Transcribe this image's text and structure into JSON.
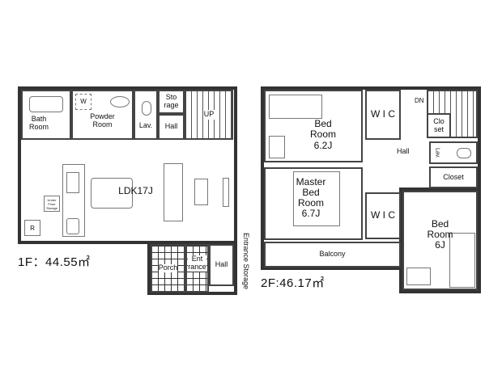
{
  "floor1": {
    "area": "1F：44.55㎡",
    "rooms": {
      "bath": "Bath\nRoom",
      "powder": "Powder\nRoom",
      "washer": "W",
      "lav": "Lav.",
      "storage": "Sto\nrage",
      "hall": "Hall",
      "up": "UP",
      "ldk": "LDK17J",
      "under_floor": "Under\nFloor\nStorage",
      "fridge": "R",
      "porch": "Porch",
      "entrance": "Ent\nrance",
      "hall2": "Hall",
      "entrance_storage": "Entrance Storage"
    }
  },
  "floor2": {
    "area": "2F:46.17㎡",
    "rooms": {
      "bed1": "Bed\nRoom\n6.2J",
      "wic1": "W I C",
      "dn": "DN",
      "closet_small": "Clo\nset",
      "hall": "Hall",
      "lav": "Lav.",
      "closet": "Closet",
      "master": "Master\nBed\nRoom\n6.7J",
      "wic2": "W I C",
      "balcony": "Balcony",
      "bed2": "Bed\nRoom\n6J"
    }
  }
}
